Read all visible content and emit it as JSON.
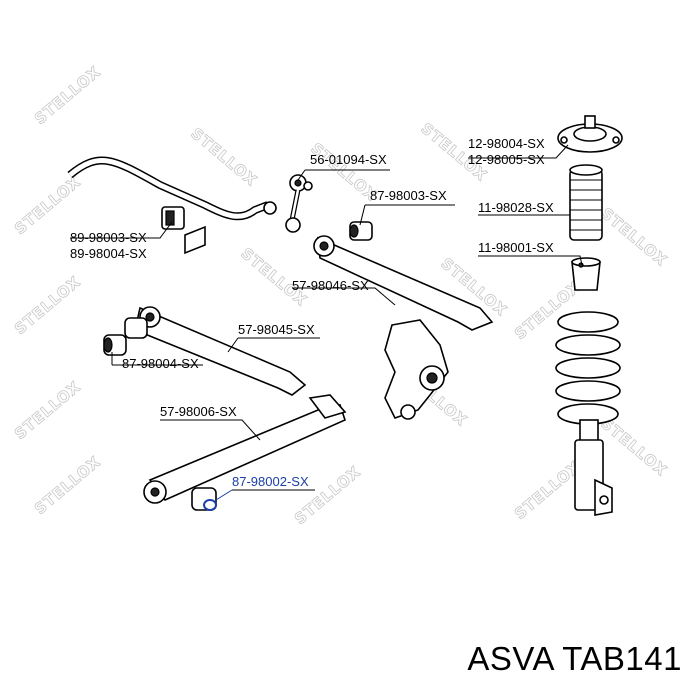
{
  "watermark": "STELLOX",
  "part_numbers": {
    "stabilizer_link": "56-01094-SX",
    "stabilizer_bushing_a": "89-98003-SX",
    "stabilizer_bushing_b": "89-98004-SX",
    "bushing_upper": "87-98003-SX",
    "arm_upper": "57-98046-SX",
    "arm_middle": "57-98045-SX",
    "bushing_middle": "87-98004-SX",
    "arm_lower": "57-98006-SX",
    "bushing_lower": "87-98002-SX",
    "mount_a": "12-98004-SX",
    "mount_b": "12-98005-SX",
    "boot": "11-98028-SX",
    "bump_stop": "11-98001-SX"
  },
  "caption": "ASVA TAB141",
  "highlight_color": "#1a3fa8"
}
